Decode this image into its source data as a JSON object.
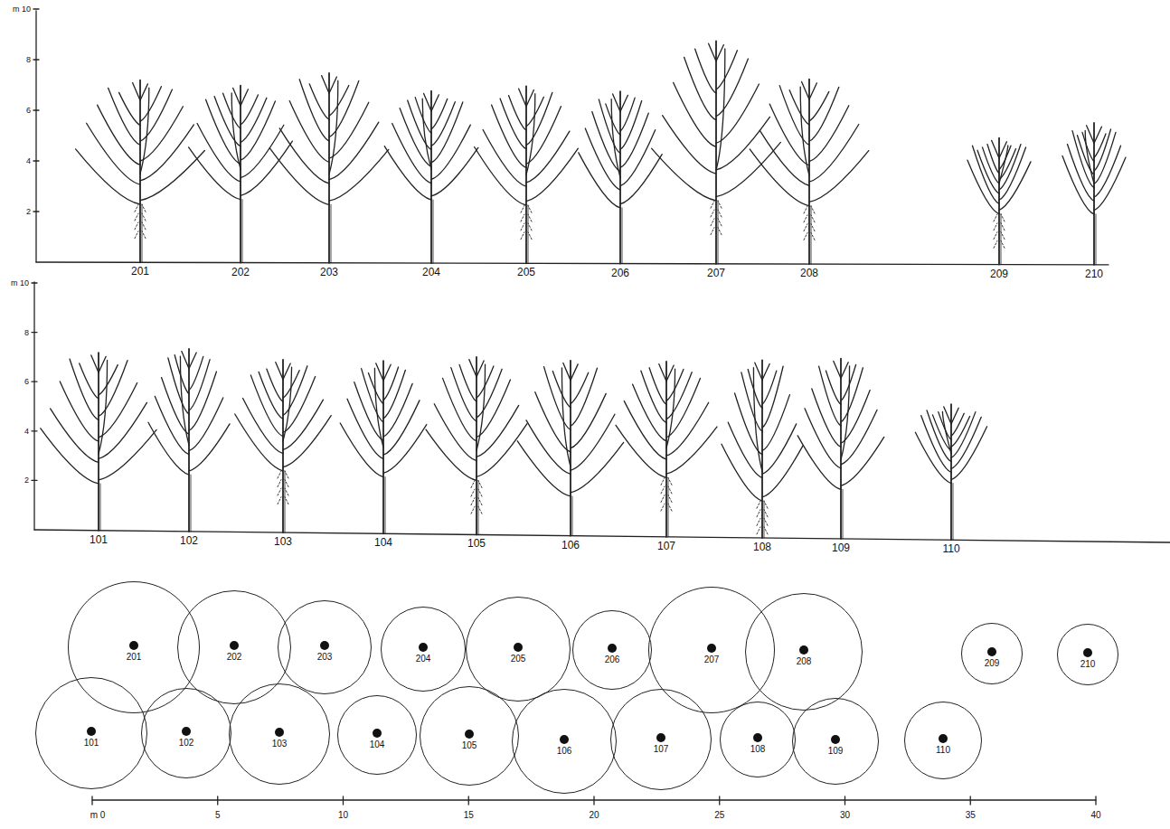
{
  "diagram": {
    "nodes": [
      {
        "text": [
          "201"
        ]
      },
      {
        "text": [
          "202"
        ]
      },
      {
        "text": [
          "203"
        ]
      },
      {
        "text": [
          "204"
        ]
      },
      {
        "text": [
          "205"
        ]
      },
      {
        "text": [
          "206"
        ]
      },
      {
        "text": [
          "207"
        ]
      },
      {
        "text": [
          "208"
        ]
      },
      {
        "text": [
          "209"
        ]
      },
      {
        "text": [
          "210"
        ]
      },
      {
        "text": [
          "101"
        ]
      },
      {
        "text": [
          "102"
        ]
      },
      {
        "text": [
          "103"
        ]
      },
      {
        "text": [
          "104"
        ]
      },
      {
        "text": [
          "105"
        ]
      },
      {
        "text": [
          "106"
        ]
      },
      {
        "text": [
          "107"
        ]
      },
      {
        "text": [
          "108"
        ]
      },
      {
        "text": [
          "109"
        ]
      },
      {
        "text": [
          "110"
        ]
      }
    ],
    "labels": [
      "m 10",
      "8",
      "6",
      "4",
      "2",
      "201",
      "202",
      "203",
      "204",
      "205",
      "206",
      "207",
      "208",
      "209",
      "210",
      "m 10",
      "8",
      "6",
      "4",
      "2",
      "101",
      "102",
      "103",
      "104",
      "105",
      "106",
      "107",
      "108",
      "109",
      "110",
      "m 0",
      "5",
      "10",
      "15",
      "20",
      "25",
      "30",
      "35",
      "40"
    ]
  }
}
